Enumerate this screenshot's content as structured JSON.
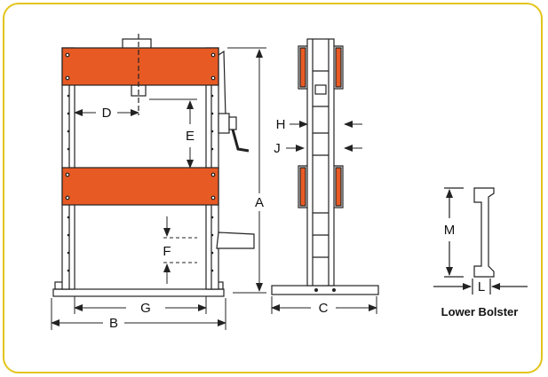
{
  "labels": {
    "A": "A",
    "B": "B",
    "C": "C",
    "D": "D",
    "E": "E",
    "F": "F",
    "G": "G",
    "H": "H",
    "J": "J",
    "L": "L",
    "M": "M"
  },
  "caption": "Lower Bolster",
  "colors": {
    "frame_border": "#e3c41a",
    "beam_fill": "#e85a24",
    "line": "#222222"
  }
}
